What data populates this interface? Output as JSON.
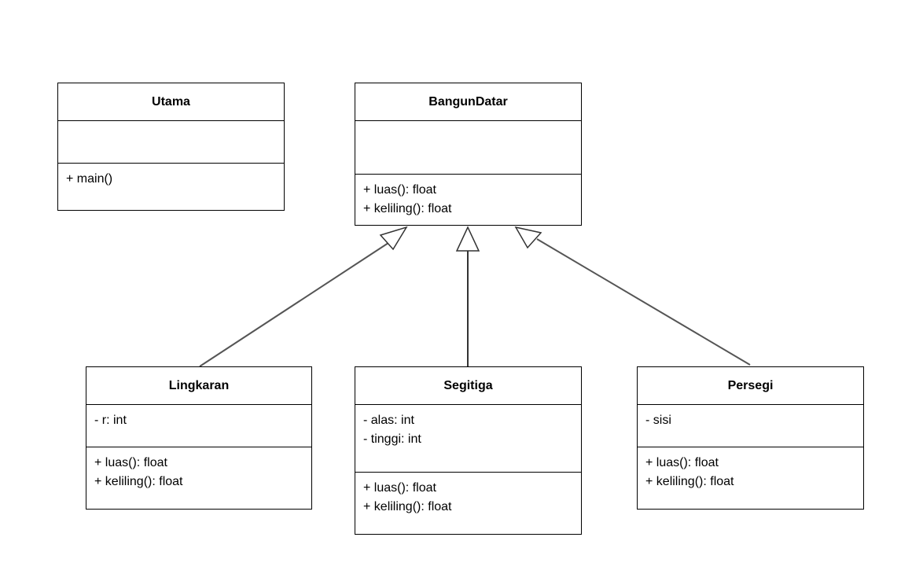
{
  "diagram": {
    "classes": {
      "utama": {
        "name": "Utama",
        "attributes": [],
        "methods": [
          "+ main()"
        ]
      },
      "bangundatar": {
        "name": "BangunDatar",
        "attributes": [],
        "methods": [
          "+ luas(): float",
          "+ keliling(): float"
        ]
      },
      "lingkaran": {
        "name": "Lingkaran",
        "attributes": [
          "- r: int"
        ],
        "methods": [
          "+ luas(): float",
          "+ keliling(): float"
        ]
      },
      "segitiga": {
        "name": "Segitiga",
        "attributes": [
          "- alas: int",
          "- tinggi: int"
        ],
        "methods": [
          "+ luas(): float",
          "+ keliling(): float"
        ]
      },
      "persegi": {
        "name": "Persegi",
        "attributes": [
          "- sisi"
        ],
        "methods": [
          "+ luas(): float",
          "+ keliling(): float"
        ]
      }
    },
    "relations": [
      {
        "type": "generalization",
        "from": "Lingkaran",
        "to": "BangunDatar"
      },
      {
        "type": "generalization",
        "from": "Segitiga",
        "to": "BangunDatar"
      },
      {
        "type": "generalization",
        "from": "Persegi",
        "to": "BangunDatar"
      }
    ]
  }
}
